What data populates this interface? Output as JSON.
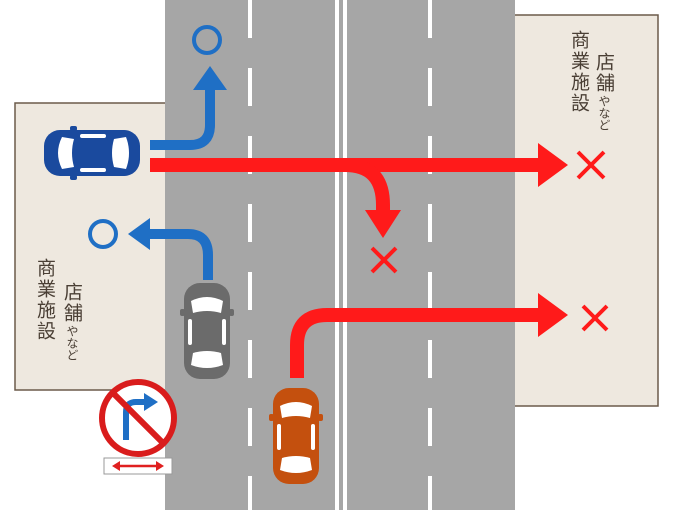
{
  "shops": {
    "right": {
      "line1": "商業施設",
      "line2": "店舗",
      "small": "やなど"
    },
    "left": {
      "line1": "商業施設",
      "line2": "店舗",
      "small": "やなど"
    }
  },
  "marks": {
    "ok": "○",
    "ng": "×"
  },
  "colors": {
    "road": "#a6a6a6",
    "lot": "#eee8df",
    "lot_border": "#6b5a4a",
    "forbidden": "#ff1a1a",
    "allowed": "#1f6fc5",
    "car_blue": "#1a4a9e",
    "car_gray": "#6b6b6b",
    "car_orange": "#c4500e"
  },
  "sign": {
    "name": "no-right-turn-sign",
    "plate": "both-directions-arrow"
  }
}
